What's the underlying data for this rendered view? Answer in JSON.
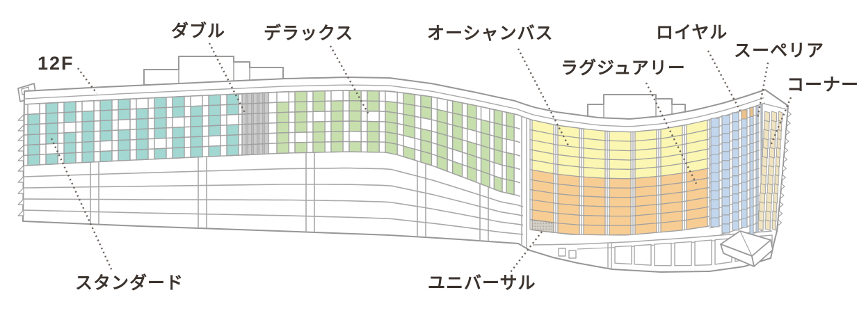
{
  "diagram": {
    "type": "hotel-elevation-room-map",
    "floor_label": {
      "text": "12F"
    },
    "room_types": [
      {
        "id": "standard",
        "label": "スタンダード",
        "color": "#a2d7d2"
      },
      {
        "id": "double",
        "label": "ダブル",
        "color": "#cccccc"
      },
      {
        "id": "deluxe",
        "label": "デラックス",
        "color": "#c7dfad"
      },
      {
        "id": "ocean_bath",
        "label": "オーシャンバス",
        "color": "#fbf6b2"
      },
      {
        "id": "luxury",
        "label": "ラグジュアリー",
        "color": "#f7cd94"
      },
      {
        "id": "royal",
        "label": "ロイヤル",
        "color": "#ebc18c"
      },
      {
        "id": "superior",
        "label": "スーペリア",
        "color": "#c2d7ee"
      },
      {
        "id": "corner",
        "label": "コーナー",
        "color": "#f1e4c0"
      },
      {
        "id": "universal",
        "label": "ユニバーサル",
        "color": "#d2cec6"
      }
    ],
    "outline_color": "#9a9a9a",
    "grid_color": "#a8a8a8",
    "leader_color": "#6b625c",
    "label_color": "#3a322d",
    "background": "#ffffff"
  }
}
